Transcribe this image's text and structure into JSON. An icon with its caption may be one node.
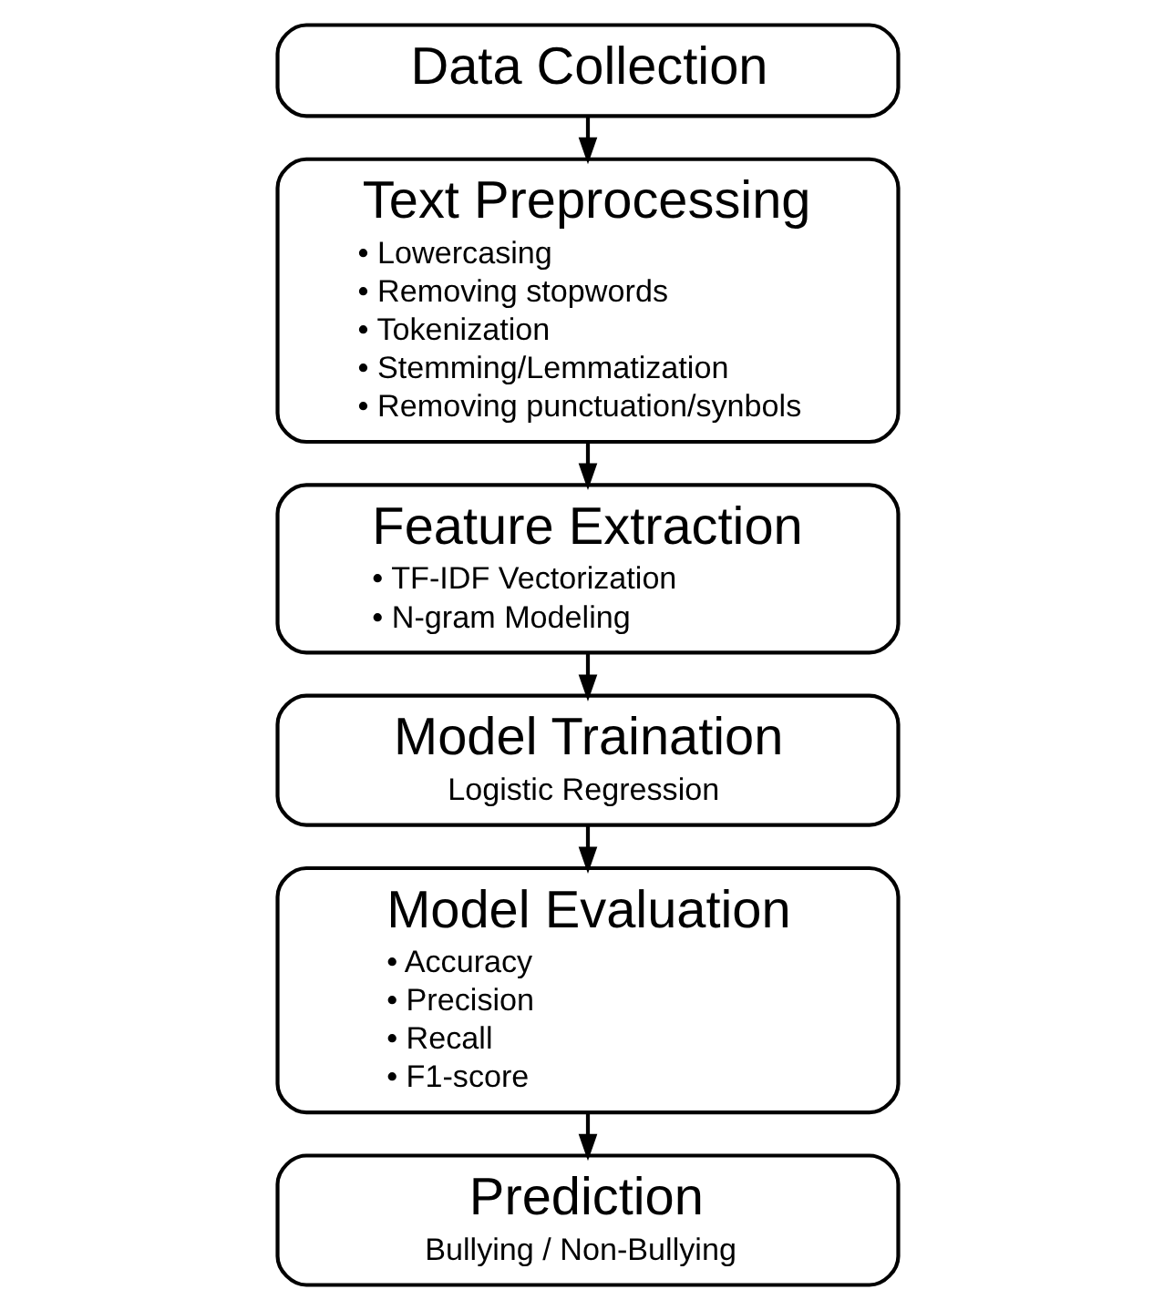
{
  "diagram": {
    "nodes": [
      {
        "text": [
          "Data Collection"
        ]
      },
      {
        "text": [
          "Text Preprocessing",
          "• Lowercasing",
          "• Removing stopwords",
          "• Tokenization",
          "• Stemming/Lemmatization",
          "• Removing punctuation/synbols"
        ]
      },
      {
        "text": [
          "Feature Extraction",
          "• TF-IDF Vectorization",
          "• N-gram Modeling"
        ]
      },
      {
        "text": [
          "Model Traination",
          "Logistic Regression"
        ]
      },
      {
        "text": [
          "Model Evaluation",
          "• Accuracy",
          "• Precision",
          "• Recall",
          "• F1-score"
        ]
      },
      {
        "text": [
          "Prediction",
          "Bullying / Non-Bullying"
        ]
      }
    ],
    "edges": [
      {
        "from": 0,
        "to": 1,
        "arrow": "to"
      },
      {
        "from": 1,
        "to": 2,
        "arrow": "to"
      },
      {
        "from": 2,
        "to": 3,
        "arrow": "to"
      },
      {
        "from": 3,
        "to": 4,
        "arrow": "to"
      },
      {
        "from": 4,
        "to": 5,
        "arrow": "to"
      }
    ]
  }
}
